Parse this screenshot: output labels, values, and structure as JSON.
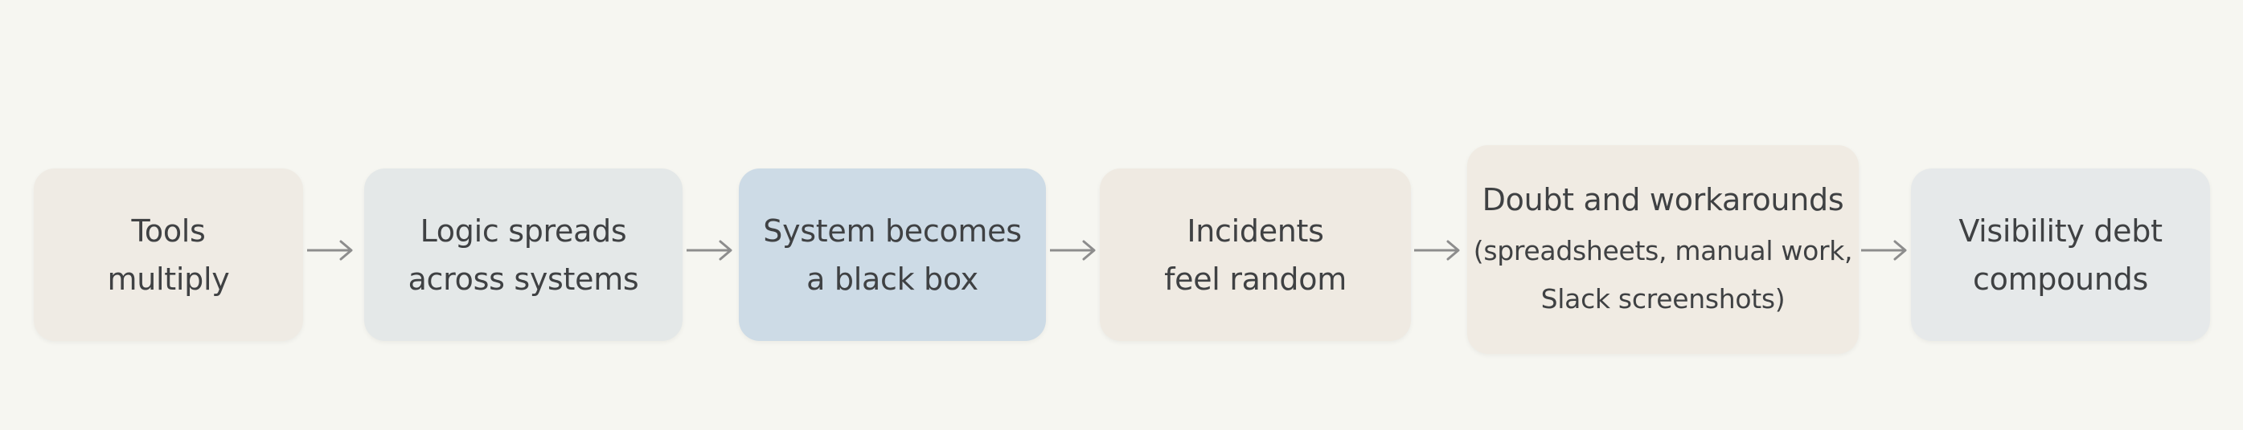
{
  "diagram": {
    "nodes": [
      {
        "id": "tools-multiply",
        "label": "Tools\nmultiply",
        "color": "#efebe4"
      },
      {
        "id": "logic-spreads",
        "label": "Logic spreads\nacross systems",
        "color": "#e4e8e8"
      },
      {
        "id": "black-box",
        "label": "System becomes\na black box",
        "color": "#cddbe6"
      },
      {
        "id": "incidents-random",
        "label": "Incidents\nfeel random",
        "color": "#efeae2"
      },
      {
        "id": "doubt-workarounds",
        "label": "Doubt and workarounds",
        "sublabel": "(spreadsheets, manual work,\nSlack screenshots)",
        "color": "#f0ebe3"
      },
      {
        "id": "visibility-debt",
        "label": "Visibility debt\ncompounds",
        "color": "#e6e9ea"
      }
    ],
    "edges": [
      {
        "from": "tools-multiply",
        "to": "logic-spreads"
      },
      {
        "from": "logic-spreads",
        "to": "black-box"
      },
      {
        "from": "black-box",
        "to": "incidents-random"
      },
      {
        "from": "incidents-random",
        "to": "doubt-workarounds"
      },
      {
        "from": "doubt-workarounds",
        "to": "visibility-debt"
      }
    ],
    "arrow_color": "#8d8d8d"
  }
}
